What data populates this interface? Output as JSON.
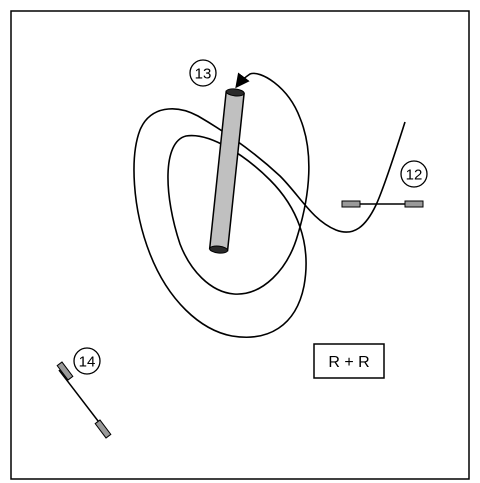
{
  "callouts": {
    "c12": "12",
    "c13": "13",
    "c14": "14"
  },
  "label_box": {
    "text": "R + R"
  },
  "colors": {
    "stroke": "#000000",
    "rod_fill": "#c0c0c0",
    "pin_fill": "#9a9a9a",
    "background": "#ffffff"
  },
  "icons": {
    "arrow": "arrowhead-icon"
  }
}
